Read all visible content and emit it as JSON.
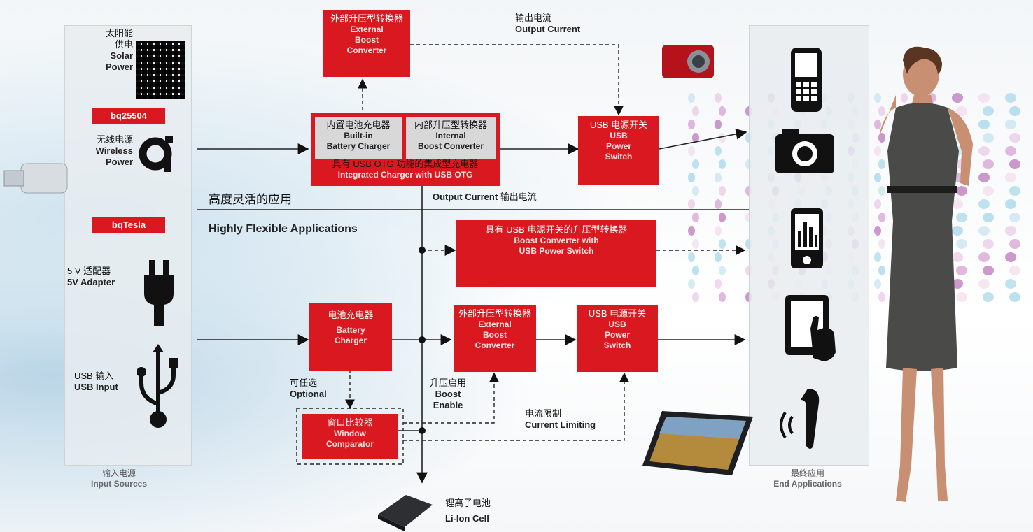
{
  "input_panel": {
    "footer_zh": "输入电源",
    "footer_en": "Input Sources",
    "sources": [
      {
        "zh": "太阳能\n供电",
        "en": "Solar\nPower"
      },
      {
        "zh": "无线电源",
        "en": "Wireless\nPower"
      },
      {
        "zh": "5 V 适配器",
        "en": "5V Adapter"
      },
      {
        "zh": "USB 输入",
        "en": "USB Input"
      }
    ],
    "badges": [
      "bq25504",
      "bqTesla"
    ]
  },
  "output_panel": {
    "footer_zh": "最终应用",
    "footer_en": "End Applications"
  },
  "blocks": {
    "ext_boost_top": {
      "zh": "外部升压型转换器",
      "en": "External\nBoost\nConverter"
    },
    "integrated": {
      "left_zh": "内置电池充电器",
      "left_en": "Built-in\nBattery Charger",
      "right_zh": "内部升压型转换器",
      "right_en": "Internal\nBoost Converter",
      "bottom_zh": "具有 USB OTG 功能的集成型充电器",
      "bottom_en": "Integrated Charger with USB OTG"
    },
    "usb_switch_top": {
      "zh": "USB 电源开关",
      "en": "USB\nPower\nSwitch"
    },
    "boost_with_switch": {
      "zh": "具有 USB 电源开关的升压型转换器",
      "en": "Boost Converter with\nUSB Power Switch"
    },
    "battery_charger": {
      "zh": "电池充电器",
      "en": "Battery\nCharger"
    },
    "ext_boost_bottom": {
      "zh": "外部升压型转换器",
      "en": "External\nBoost\nConverter"
    },
    "usb_switch_bottom": {
      "zh": "USB 电源开关",
      "en": "USB\nPower\nSwitch"
    },
    "window_comp": {
      "zh": "窗口比较器",
      "en": "Window\nComparator"
    }
  },
  "labels": {
    "output_current_top_zh": "输出电流",
    "output_current_top_en": "Output Current",
    "output_current_mid_en": "Output Current",
    "output_current_mid_zh": "输出电流",
    "flexible_zh": "高度灵活的应用",
    "flexible_en": "Highly Flexible Applications",
    "optional_zh": "可任选",
    "optional_en": "Optional",
    "boost_enable_zh": "升压启用",
    "boost_enable_en": "Boost\nEnable",
    "current_limit_zh": "电流限制",
    "current_limit_en": "Current Limiting",
    "liion_zh": "锂离子电池",
    "liion_en": "Li-Ion Cell"
  },
  "colors": {
    "accent": "#d9181f",
    "panel": "#e8ecf0",
    "line": "#222222"
  }
}
